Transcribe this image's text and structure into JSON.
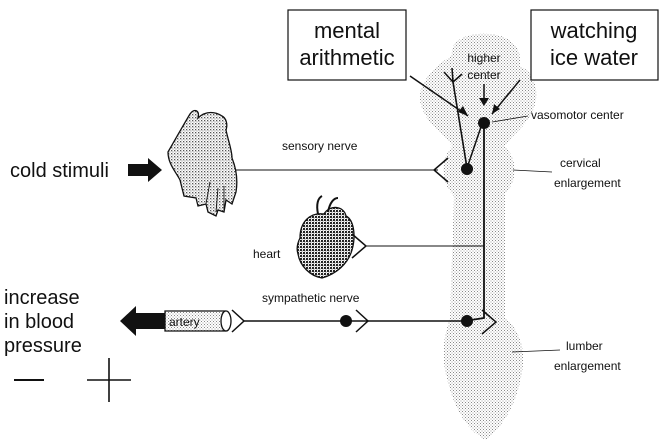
{
  "boxes": {
    "left": [
      "mental",
      "arithmetic"
    ],
    "right": [
      "watching",
      "ice water"
    ]
  },
  "labels": {
    "higher_center": [
      "higher",
      "center"
    ],
    "vasomotor_center": "vasomotor center",
    "cervical_enlargement": [
      "cervical",
      "enlargement"
    ],
    "lumber_enlargement": [
      "lumber",
      "enlargement"
    ],
    "sensory_nerve": "sensory nerve",
    "sympathetic_nerve": "sympathetic nerve",
    "heart": "heart",
    "artery": "artery",
    "cold_stimuli": "cold stimuli",
    "result": [
      "increase",
      "in blood",
      "pressure"
    ]
  },
  "symbols": {
    "minus": "minus-symbol",
    "plus": "plus-symbol"
  }
}
